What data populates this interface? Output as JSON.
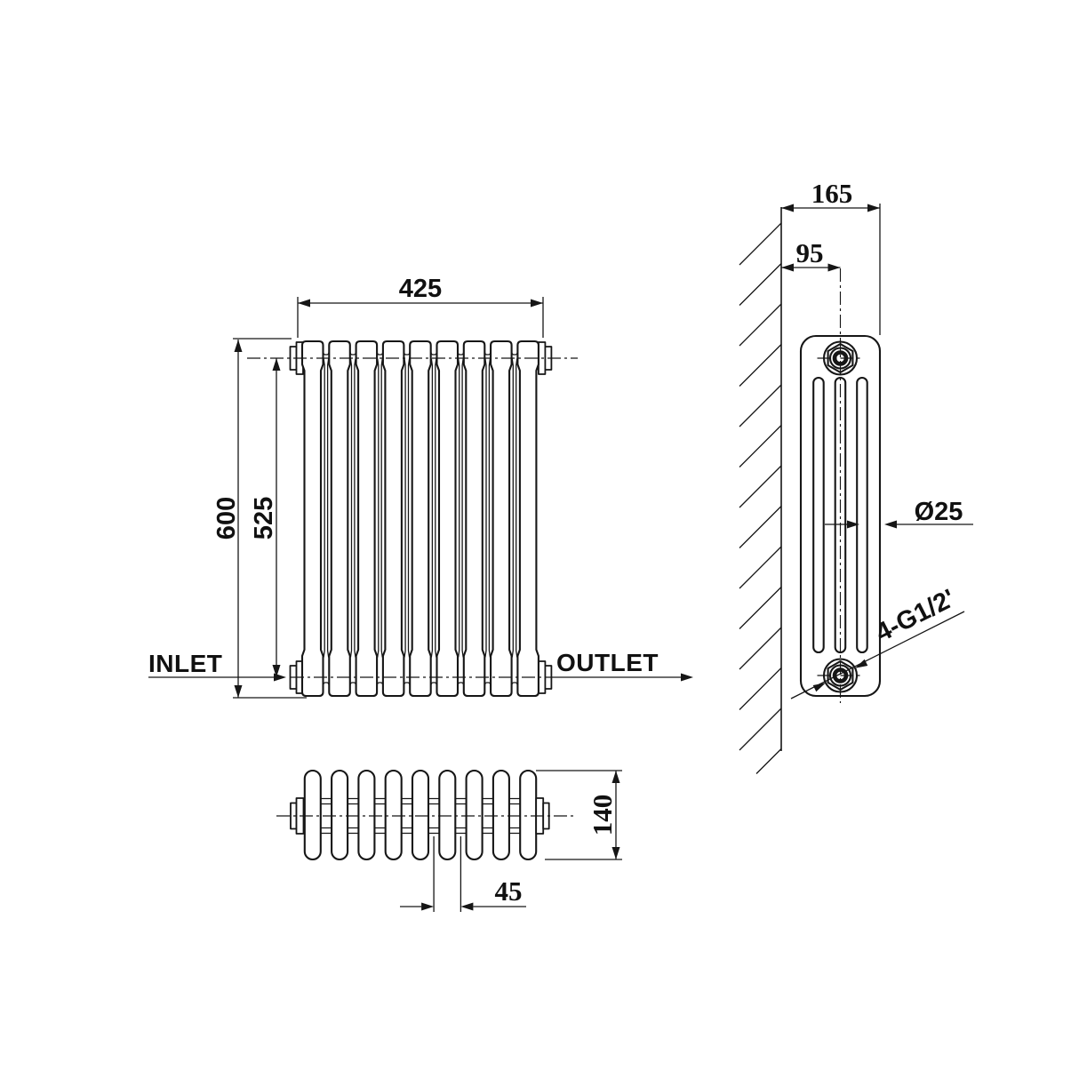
{
  "drawing": {
    "front_view": {
      "width_dim": "425",
      "overall_height_dim": "600",
      "center_height_dim": "525",
      "inlet_label": "INLET",
      "outlet_label": "OUTLET"
    },
    "side_view": {
      "depth_dim": "165",
      "wall_to_center_dim": "95",
      "column_diameter_dim": "Ø25",
      "thread_label": "4-G1/2'"
    },
    "top_view": {
      "section_depth_dim": "140",
      "section_pitch_dim": "45"
    }
  }
}
